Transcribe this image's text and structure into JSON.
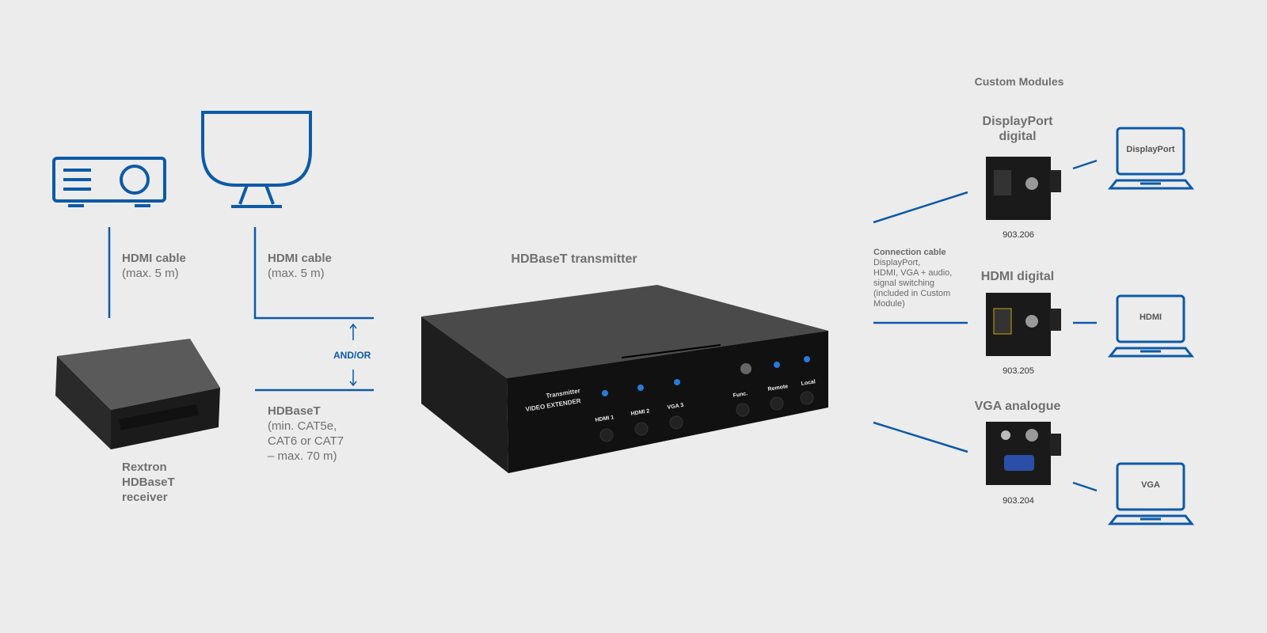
{
  "colors": {
    "accent": "#0d5aa7",
    "background": "#ececec",
    "text": "#707070"
  },
  "left": {
    "cable1": {
      "title": "HDMI cable",
      "sub": "(max. 5 m)"
    },
    "cable2": {
      "title": "HDMI cable",
      "sub": "(max. 5 m)"
    },
    "and_or": "AND/OR",
    "hdbaset": {
      "title": "HDBaseT",
      "lines": [
        "(min. CAT5e,",
        "CAT6 or CAT7",
        "– max. 70 m)"
      ]
    },
    "receiver": [
      "Rextron",
      "HDBaseT",
      "receiver"
    ]
  },
  "transmitter": {
    "title": "HDBaseT transmitter",
    "brand": "Transmitter",
    "model": "VIDEO EXTENDER",
    "buttons": [
      "HDMI 1",
      "HDMI 2",
      "VGA 3",
      "Func.",
      "Remote",
      "Local"
    ]
  },
  "connection": {
    "title": "Connection cable",
    "lines": [
      "DisplayPort,",
      "HDMI, VGA + audio,",
      "signal switching",
      "(included in Custom",
      "Module)"
    ]
  },
  "custom": {
    "title": "Custom Modules",
    "modules": [
      {
        "name1": "DisplayPort",
        "name2": "digital",
        "code": "903.206",
        "laptop": "DisplayPort"
      },
      {
        "name1": "HDMI digital",
        "name2": "",
        "code": "903.205",
        "laptop": "HDMI"
      },
      {
        "name1": "VGA analogue",
        "name2": "",
        "code": "903.204",
        "laptop": "VGA"
      }
    ]
  }
}
